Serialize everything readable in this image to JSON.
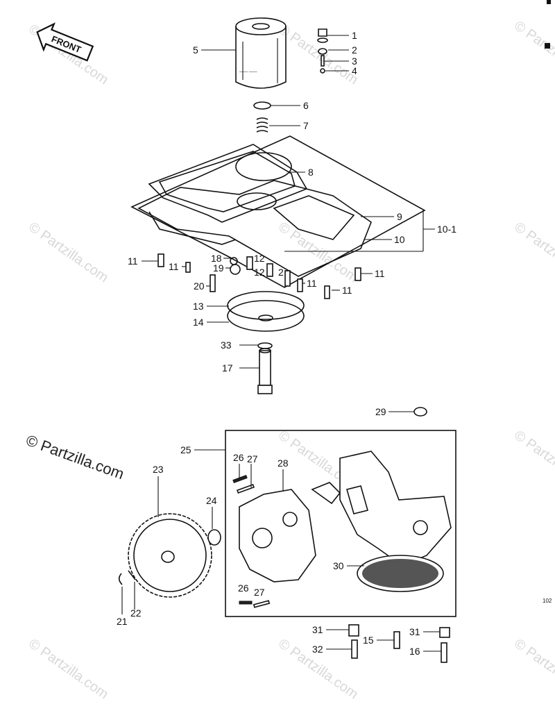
{
  "watermark": {
    "text_main": "© Partzilla.com",
    "text_faint": "© Partzilla.com"
  },
  "front_sign": "FRONT",
  "diagram_code": "102",
  "callouts": {
    "c1": "1",
    "c2": "2",
    "c3": "3",
    "c4": "4",
    "c5": "5",
    "c6": "6",
    "c7": "7",
    "c8": "8",
    "c9": "9",
    "c10": "10",
    "c10_1": "10-1",
    "c11a": "11",
    "c11b": "11",
    "c11c": "11",
    "c11d": "11",
    "c11e": "11",
    "c12a": "12",
    "c12b": "12",
    "c12c": "2",
    "c13": "13",
    "c14": "14",
    "c17": "17",
    "c18": "18",
    "c19": "19",
    "c20": "20",
    "c33": "33",
    "c29": "29",
    "c25": "25",
    "c23": "23",
    "c24": "24",
    "c26a": "26",
    "c27a": "27",
    "c28": "28",
    "c30": "30",
    "c26b": "26",
    "c27b": "27",
    "c21": "21",
    "c22": "22",
    "c31a": "31",
    "c31b": "31",
    "c32": "32",
    "c15": "15",
    "c16": "16"
  }
}
